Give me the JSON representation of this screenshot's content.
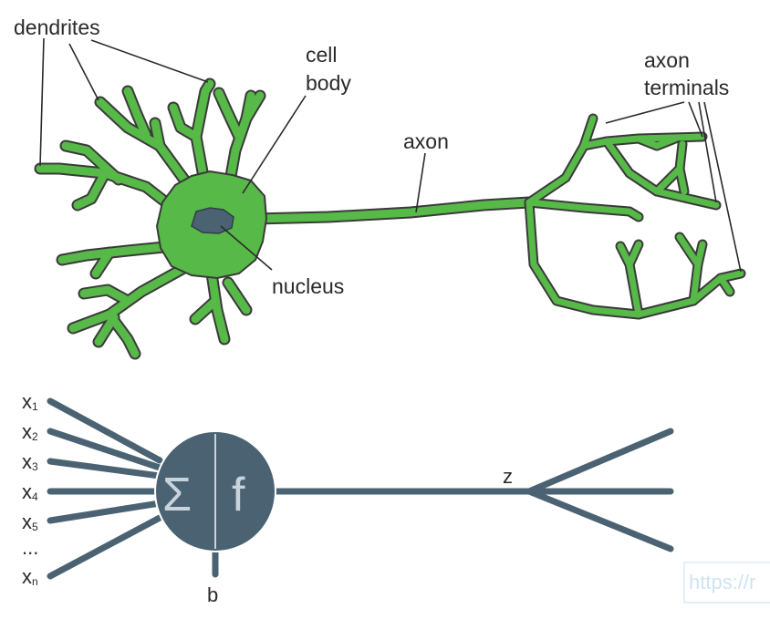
{
  "neuron": {
    "labels": {
      "dendrites": "dendrites",
      "cell_line1": "cell",
      "cell_line2": "body",
      "axon": "axon",
      "terminals_line1": "axon",
      "terminals_line2": "terminals",
      "nucleus": "nucleus"
    },
    "colors": {
      "membrane": "#57b947",
      "outline": "#3a3a3a",
      "nucleus": "#4b6272"
    }
  },
  "model": {
    "inputs": [
      {
        "base": "x",
        "sub": "1"
      },
      {
        "base": "x",
        "sub": "2"
      },
      {
        "base": "x",
        "sub": "3"
      },
      {
        "base": "x",
        "sub": "4"
      },
      {
        "base": "x",
        "sub": "5"
      },
      {
        "base": "...",
        "sub": ""
      },
      {
        "base": "x",
        "sub": "n"
      }
    ],
    "sum_symbol": "Σ",
    "activation_symbol": "f",
    "bias_label": "b",
    "output_label": "z",
    "colors": {
      "body": "#4b6272",
      "stroke": "#4b6272",
      "symbol": "#c9d3dc"
    }
  },
  "watermark": {
    "text": "https://r"
  }
}
